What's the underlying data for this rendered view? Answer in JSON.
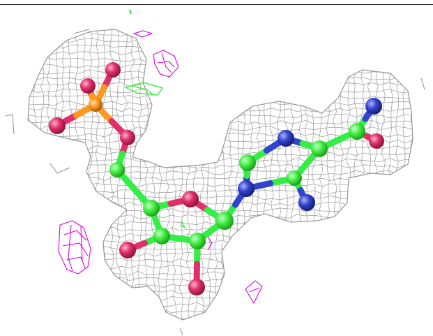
{
  "viewer": {
    "background": "#ffffff",
    "colors": {
      "density_mesh": "#9a9a9a",
      "positive_difference": "#22ee22",
      "negative_difference": "#dd00dd",
      "carbon": "#33ee44",
      "oxygen": "#e0306a",
      "nitrogen": "#3344cc",
      "phosphorus": "#ff9922"
    }
  },
  "molecule": {
    "atoms": [
      {
        "id": "o1",
        "element": "oxygen"
      },
      {
        "id": "o2",
        "element": "oxygen"
      },
      {
        "id": "o3",
        "element": "oxygen"
      },
      {
        "id": "p",
        "element": "phosphorus"
      },
      {
        "id": "o5p",
        "element": "oxygen"
      },
      {
        "id": "c5",
        "element": "carbon"
      },
      {
        "id": "c4",
        "element": "carbon"
      },
      {
        "id": "o4",
        "element": "oxygen"
      },
      {
        "id": "c1",
        "element": "carbon"
      },
      {
        "id": "c3",
        "element": "carbon"
      },
      {
        "id": "o3p",
        "element": "oxygen"
      },
      {
        "id": "c2",
        "element": "carbon"
      },
      {
        "id": "o2p",
        "element": "oxygen"
      },
      {
        "id": "n1",
        "element": "nitrogen"
      },
      {
        "id": "c5r",
        "element": "carbon"
      },
      {
        "id": "n2",
        "element": "nitrogen"
      },
      {
        "id": "c3r",
        "element": "carbon"
      },
      {
        "id": "c4r",
        "element": "carbon"
      },
      {
        "id": "n4",
        "element": "nitrogen"
      },
      {
        "id": "cam",
        "element": "carbon"
      },
      {
        "id": "nam",
        "element": "nitrogen"
      },
      {
        "id": "oam",
        "element": "oxygen"
      }
    ]
  }
}
